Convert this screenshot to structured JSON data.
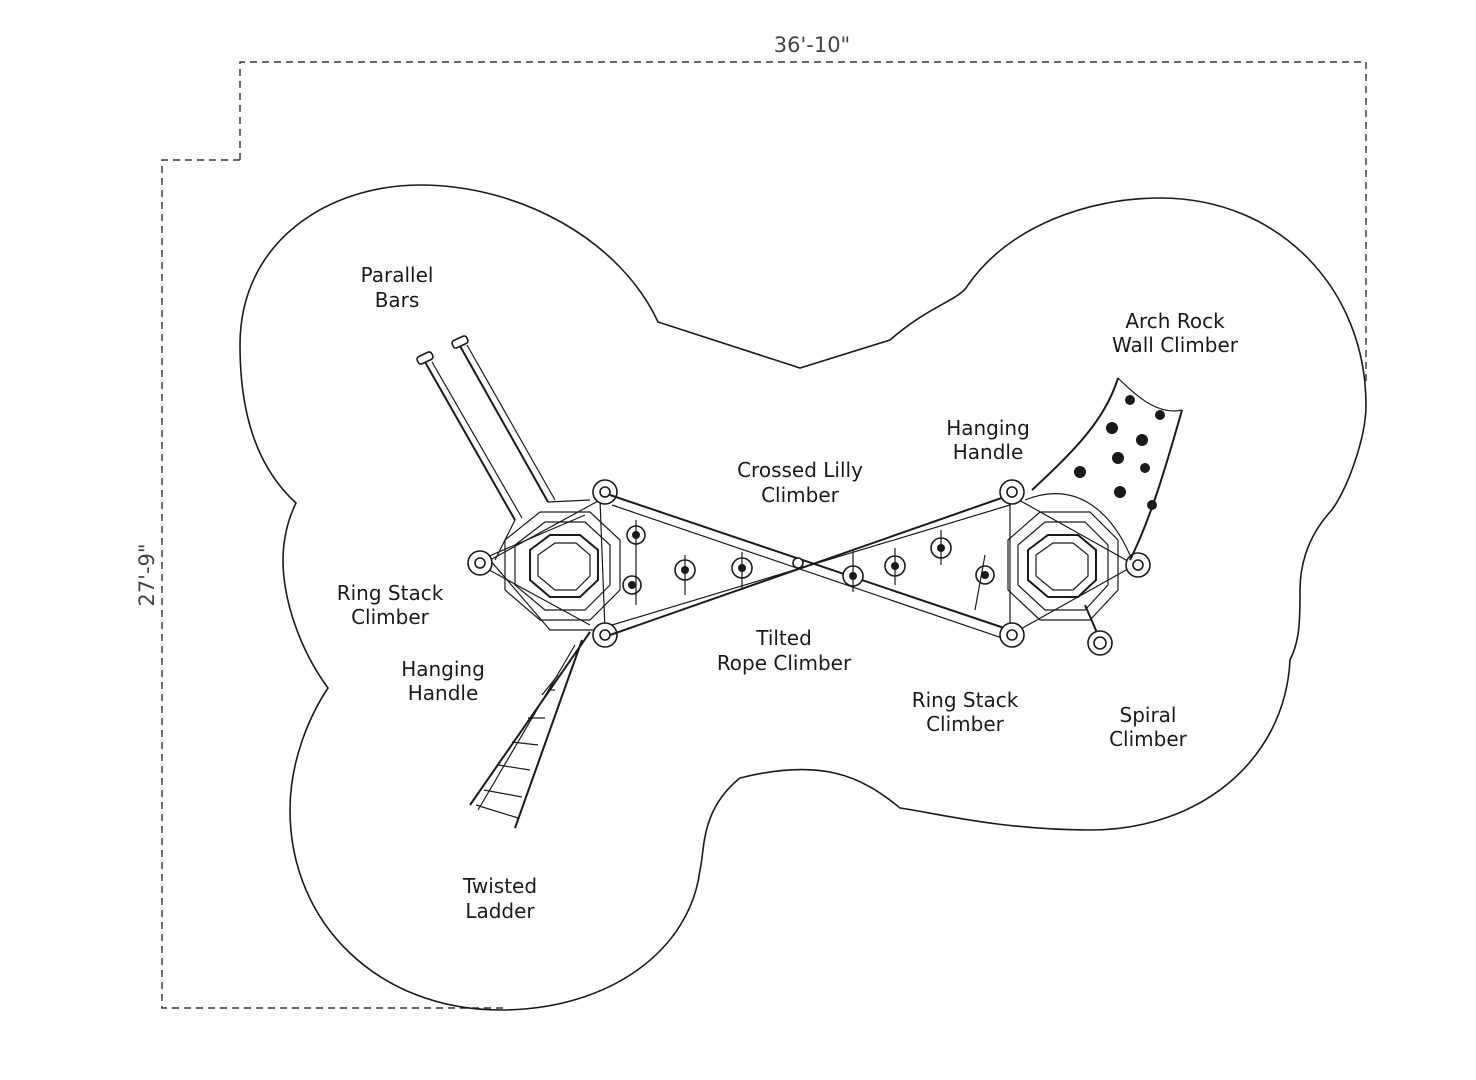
{
  "dimensions": {
    "width": "36'-10\"",
    "height": "27'-9\""
  },
  "labels": {
    "parallel_bars": [
      "Parallel",
      "Bars"
    ],
    "arch_rock_wall_climber": [
      "Arch Rock",
      "Wall Climber"
    ],
    "hanging_handle_right": [
      "Hanging",
      "Handle"
    ],
    "crossed_lilly_climber": [
      "Crossed Lilly",
      "Climber"
    ],
    "ring_stack_climber_left": [
      "Ring Stack",
      "Climber"
    ],
    "hanging_handle_left": [
      "Hanging",
      "Handle"
    ],
    "tilted_rope_climber": [
      "Tilted",
      "Rope Climber"
    ],
    "ring_stack_climber_right": [
      "Ring Stack",
      "Climber"
    ],
    "spiral_climber": [
      "Spiral",
      "Climber"
    ],
    "twisted_ladder": [
      "Twisted",
      "Ladder"
    ]
  }
}
